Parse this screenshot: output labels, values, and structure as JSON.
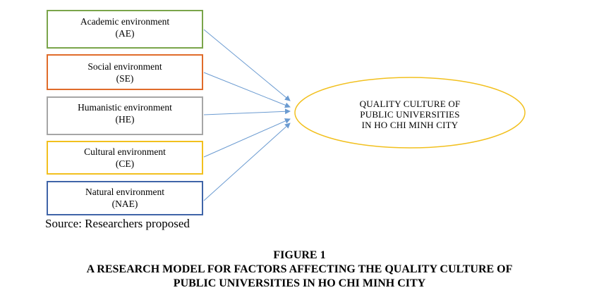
{
  "factors": [
    {
      "name": "Academic environment",
      "abbr": "(AE)"
    },
    {
      "name": "Social environment",
      "abbr": "(SE)"
    },
    {
      "name": "Humanistic environment",
      "abbr": "(HE)"
    },
    {
      "name": "Cultural environment",
      "abbr": "(CE)"
    },
    {
      "name": "Natural environment",
      "abbr": "(NAE)"
    }
  ],
  "outcome": {
    "line1": "QUALITY CULTURE OF",
    "line2": "PUBLIC UNIVERSITIES",
    "line3": "IN HO CHI MINH CITY"
  },
  "source": "Source: Researchers proposed",
  "caption": {
    "number": "FIGURE 1",
    "line1": "A RESEARCH MODEL FOR FACTORS AFFECTING THE QUALITY CULTURE OF",
    "line2": "PUBLIC UNIVERSITIES IN HO CHI MINH CITY"
  },
  "colors": {
    "academic": "#7aa54a",
    "social": "#e06b2a",
    "humanistic": "#a6a6a6",
    "cultural": "#f2c01e",
    "natural": "#3f64a8",
    "ellipse": "#f2c01e",
    "arrow": "#6b9bd1"
  }
}
